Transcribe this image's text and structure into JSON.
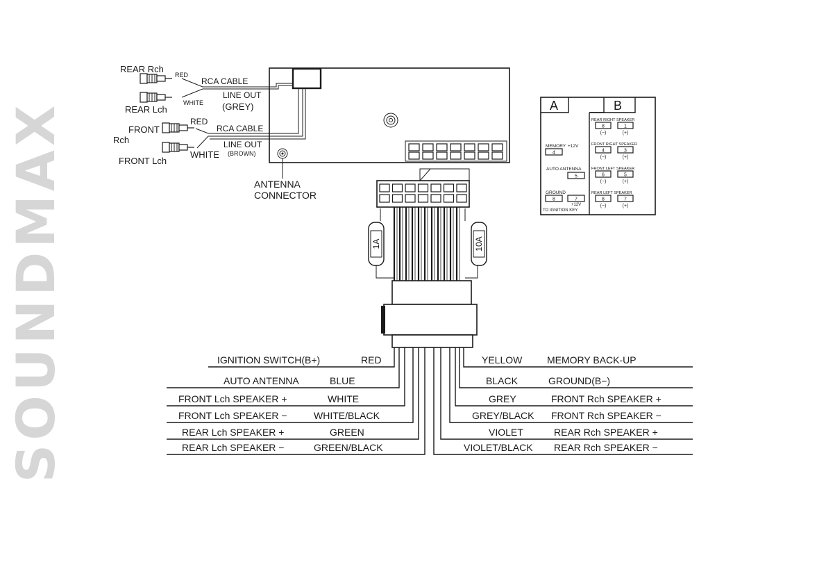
{
  "brand": "SOUNDMAX",
  "head_unit": {
    "rca": {
      "rear_rch": "REAR Rch",
      "rear_lch": "REAR Lch",
      "front": "FRONT",
      "rch": "Rch",
      "front_lch": "FRONT Lch",
      "red_small": "RED",
      "white_small": "WHITE",
      "red": "RED",
      "white": "WHITE",
      "rca_cable_1": "RCA  CABLE",
      "line_out_1": "LINE OUT",
      "grey": "(GREY)",
      "rca_cable_2": "RCA  CABLE",
      "line_out_2": "LINE OUT",
      "brown": "(BROWN)"
    },
    "antenna_line1": "ANTENNA",
    "antenna_line2": "CONNECTOR"
  },
  "fuses": {
    "left": "1A",
    "right": "10A"
  },
  "pinout": {
    "a_label": "A",
    "b_label": "B",
    "a": {
      "memory": "MEMORY",
      "plus12v": "+12V",
      "pin4": "4",
      "auto_antenna": "AUTO  ANTENNA",
      "pin5": "5",
      "ground": "GROUND",
      "pin8": "8",
      "pin7": "7",
      "plus12v_b": "+12V",
      "to_ignition": "TO IGNITION KEY"
    },
    "b": [
      {
        "label": "REAR RIGHT SPEAKER",
        "pins": [
          "8",
          "1"
        ],
        "signs": [
          "(−)",
          "(+)"
        ]
      },
      {
        "label": "FRONT RIGHT SPEAKER",
        "pins": [
          "4",
          "3"
        ],
        "signs": [
          "(−)",
          "(+)"
        ]
      },
      {
        "label": "FRONT LEFT SPEAKER",
        "pins": [
          "6",
          "5"
        ],
        "signs": [
          "(−)",
          "(+)"
        ]
      },
      {
        "label": "REAR LEFT SPEAKER",
        "pins": [
          "8",
          "7"
        ],
        "signs": [
          "(−)",
          "(+)"
        ]
      }
    ]
  },
  "wires": {
    "left": [
      {
        "function": "IGNITION SWITCH(B+)",
        "color": "RED"
      },
      {
        "function": "AUTO ANTENNA",
        "color": "BLUE"
      },
      {
        "function": "FRONT  Lch  SPEAKER +",
        "color": "WHITE"
      },
      {
        "function": "FRONT  Lch  SPEAKER −",
        "color": "WHITE/BLACK"
      },
      {
        "function": "REAR   Lch  SPEAKER +",
        "color": "GREEN"
      },
      {
        "function": "REAR   Lch  SPEAKER −",
        "color": "GREEN/BLACK"
      }
    ],
    "right": [
      {
        "color": "YELLOW",
        "function": "MEMORY BACK-UP"
      },
      {
        "color": "BLACK",
        "function": "GROUND(B−)"
      },
      {
        "color": "GREY",
        "function": "FRONT Rch   SPEAKER +"
      },
      {
        "color": "GREY/BLACK",
        "function": "FRONT Rch   SPEAKER −"
      },
      {
        "color": "VIOLET",
        "function": "REAR Rch    SPEAKER +"
      },
      {
        "color": "VIOLET/BLACK",
        "function": "REAR Rch    SPEAKER −"
      }
    ]
  }
}
